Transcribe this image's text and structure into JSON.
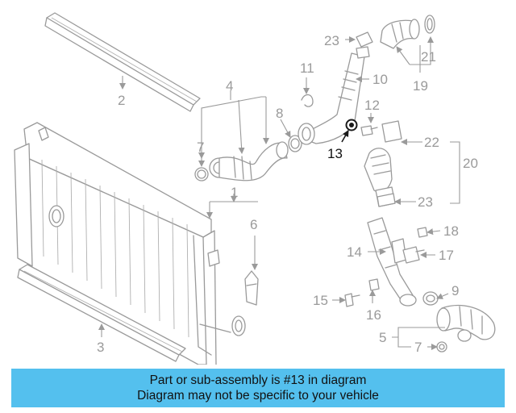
{
  "callouts": {
    "c1": "1",
    "c2": "2",
    "c3": "3",
    "c4": "4",
    "c5": "5",
    "c6": "6",
    "c7a": "7",
    "c7b": "7",
    "c8": "8",
    "c9": "9",
    "c10": "10",
    "c11": "11",
    "c12": "12",
    "c13": "13",
    "c14": "14",
    "c15": "15",
    "c16": "16",
    "c17": "17",
    "c18": "18",
    "c19": "19",
    "c20": "20",
    "c21": "21",
    "c22": "22",
    "c23a": "23",
    "c23b": "23"
  },
  "highlighted_part": "13",
  "banner": {
    "line1": "Part or sub-assembly is #13 in diagram",
    "line2": "Diagram may not be specific to your vehicle",
    "color": "#54c0ee"
  }
}
